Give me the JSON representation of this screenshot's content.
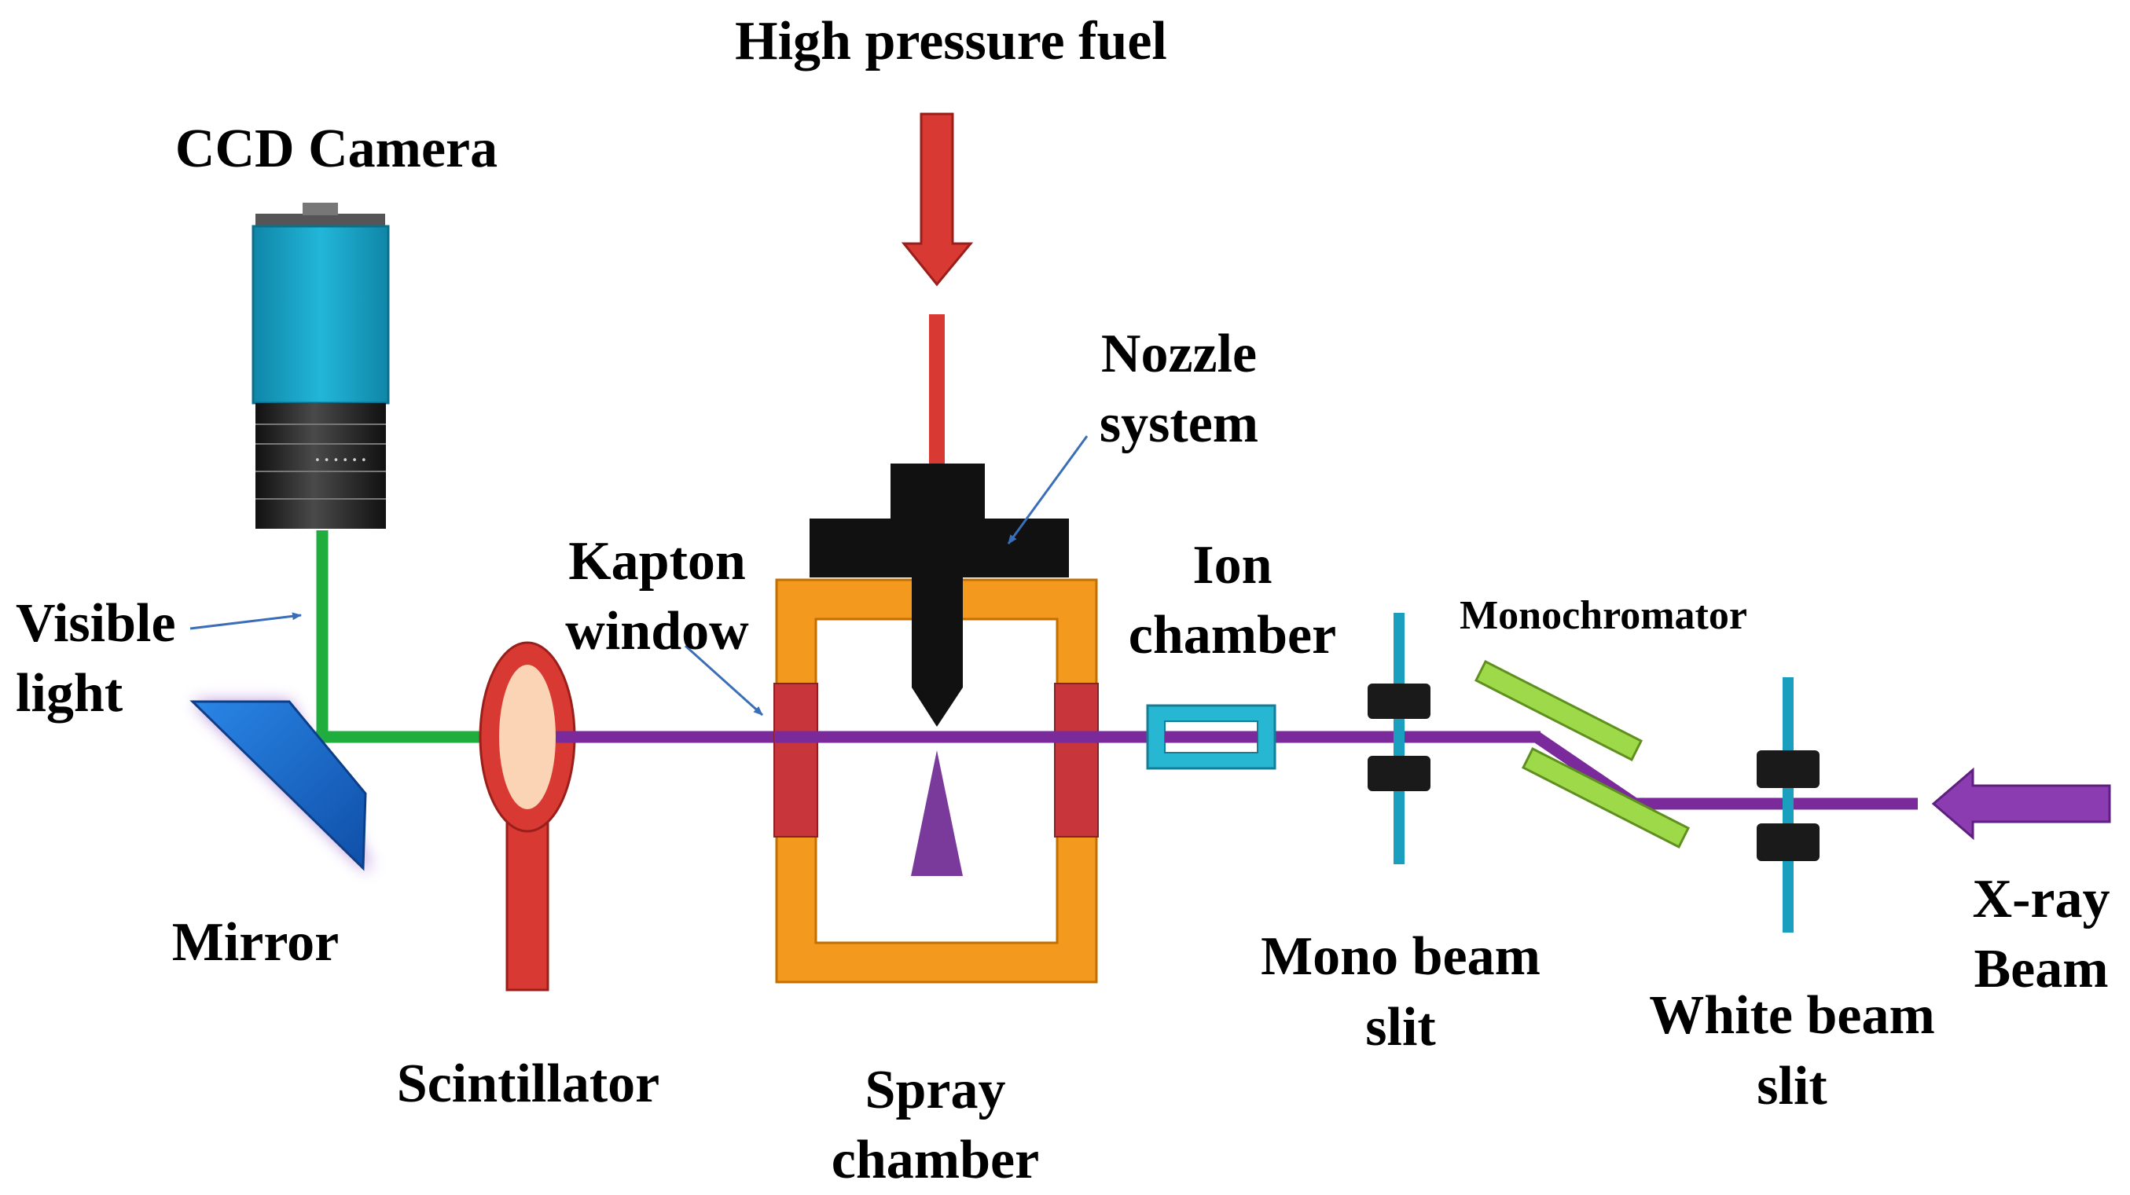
{
  "labels": {
    "high_pressure_fuel": "High pressure fuel",
    "ccd_camera": "CCD Camera",
    "nozzle_line1": "Nozzle",
    "nozzle_line2": "system",
    "kapton_line1": "Kapton",
    "kapton_line2": "window",
    "ion_line1": "Ion",
    "ion_line2": "chamber",
    "monochromator": "Monochromator",
    "visible_line1": "Visible",
    "visible_line2": "light",
    "mirror": "Mirror",
    "scintillator": "Scintillator",
    "spray_line1": "Spray",
    "spray_line2": "chamber",
    "mono_slit_line1": "Mono beam",
    "mono_slit_line2": "slit",
    "white_slit_line1": "White beam",
    "white_slit_line2": "slit",
    "xray_line1": "X-ray",
    "xray_line2": "Beam"
  },
  "colors": {
    "beam": "#7a2a9a",
    "fuel": "#d8342c",
    "visible_light": "#1fae3e",
    "spray_chamber": "#f39a1e",
    "kapton_window": "#c8353a",
    "camera_body": "#16a3c6",
    "slit_blade": "#1a1a1a",
    "slit_post": "#1a9fbf",
    "monochromator_crystal": "#9ed94a",
    "mirror": "#1f6fd0",
    "scintillator": "#d83a33",
    "arrow_annotation": "#3a6fb8"
  }
}
